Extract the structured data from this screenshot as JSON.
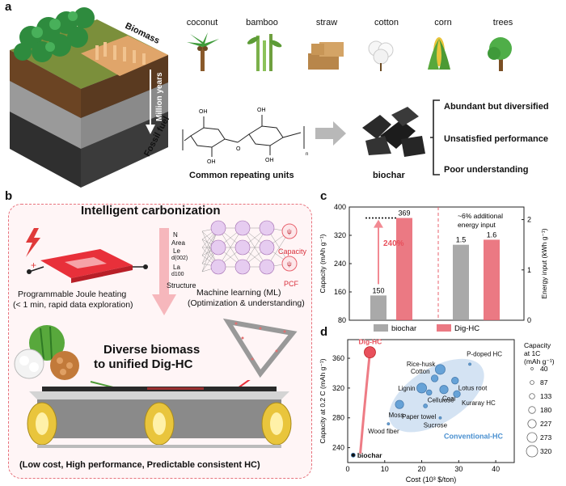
{
  "panel_a": {
    "letter": "a",
    "strata_labels": {
      "top": "Biomass",
      "middle": "Million years",
      "bottom": "Fossil fuel"
    },
    "biomass_sources": [
      "coconut",
      "bamboo",
      "straw",
      "cotton",
      "corn",
      "trees"
    ],
    "chem_caption": "Common repeating units",
    "chem_subscript": "n",
    "oh_label": "OH",
    "o_label": "O",
    "biochar_label": "biochar",
    "issues": [
      "Abundant but diversified",
      "Unsatisfied performance",
      "Poor understanding"
    ]
  },
  "panel_b": {
    "letter": "b",
    "title": "Intelligent carbonization",
    "joule_caption_1": "Programmable Joule heating",
    "joule_caption_2": "(< 1 min, rapid data exploration)",
    "ml_caption_1": "Machine learning (ML)",
    "ml_caption_2": "(Optimization & understanding)",
    "ml_inputs": [
      "N",
      "Area",
      "Le",
      "d(002)",
      "La",
      "d100"
    ],
    "structure_label": "Structure",
    "ml_outputs": [
      "Capacity",
      "PCF"
    ],
    "diverse_1": "Diverse biomass",
    "diverse_2": "to unified Dig-HC",
    "footer": "(Low cost, High performance, Predictable consistent HC)"
  },
  "panel_c": {
    "letter": "c",
    "chart_data": {
      "type": "bar",
      "ylabel": "Capacity (mAh g⁻¹)",
      "ylabel2": "Energy input (kWh g⁻¹)",
      "ylim": [
        80,
        400
      ],
      "y_ticks": [
        80,
        160,
        240,
        320,
        400
      ],
      "ylim2": [
        0,
        2.25
      ],
      "y2_ticks": [
        0,
        1,
        2
      ],
      "series": [
        {
          "name": "biochar",
          "color": "#9a9a9a",
          "capacity": 150,
          "energy_input": 1.5
        },
        {
          "name": "Dig-HC",
          "color": "#e8626d",
          "capacity": 369,
          "energy_input": 1.6
        }
      ],
      "capacity_labels": [
        "150",
        "369"
      ],
      "energy_labels": [
        "1.5",
        "1.6"
      ],
      "annotation_increase": "240%",
      "annotation_energy": "~6% additional energy input"
    }
  },
  "panel_d": {
    "letter": "d",
    "chart_data": {
      "type": "scatter",
      "xlabel": "Cost (10³ $/ton)",
      "ylabel": "Capacity at 0.2 C (mAh g⁻¹)",
      "xlim": [
        0,
        45
      ],
      "ylim": [
        220,
        385
      ],
      "x_ticks": [
        0,
        10,
        20,
        30,
        40
      ],
      "y_ticks": [
        240,
        280,
        320,
        360
      ],
      "points": [
        {
          "label": "Dig-HC",
          "x": 6,
          "y": 368,
          "cap1c": 320,
          "color": "#e8505c"
        },
        {
          "label": "biochar",
          "x": 1.5,
          "y": 230,
          "cap1c": 40,
          "color": "#111111"
        },
        {
          "label": "P-doped HC",
          "x": 33,
          "y": 352,
          "cap1c": 40,
          "color": "#5b9bd5"
        },
        {
          "label": "Rice-husk",
          "x": 25,
          "y": 345,
          "cap1c": 273,
          "color": "#5b9bd5"
        },
        {
          "label": "Cotton",
          "x": 23.5,
          "y": 333,
          "cap1c": 180,
          "color": "#5b9bd5"
        },
        {
          "label": "Lotus root",
          "x": 29,
          "y": 330,
          "cap1c": 180,
          "color": "#5b9bd5"
        },
        {
          "label": "Lignin",
          "x": 20,
          "y": 320,
          "cap1c": 273,
          "color": "#5b9bd5"
        },
        {
          "label": "Coal",
          "x": 26,
          "y": 318,
          "cap1c": 227,
          "color": "#5b9bd5"
        },
        {
          "label": "Cellulose",
          "x": 22,
          "y": 314,
          "cap1c": 133,
          "color": "#5b9bd5"
        },
        {
          "label": "Kuraray HC",
          "x": 29.5,
          "y": 312,
          "cap1c": 180,
          "color": "#5b9bd5"
        },
        {
          "label": "Moss",
          "x": 14,
          "y": 298,
          "cap1c": 227,
          "color": "#5b9bd5"
        },
        {
          "label": "Paper towel",
          "x": 21,
          "y": 296,
          "cap1c": 87,
          "color": "#5b9bd5"
        },
        {
          "label": "Sucrose",
          "x": 25,
          "y": 280,
          "cap1c": 40,
          "color": "#5b9bd5"
        },
        {
          "label": "Wood fiber",
          "x": 11,
          "y": 272,
          "cap1c": 40,
          "color": "#5b9bd5"
        }
      ],
      "region_label": "Conventional-HC",
      "size_legend_title": [
        "Capacity",
        "at 1C",
        "(mAh g⁻¹)"
      ],
      "size_legend_values": [
        40,
        87,
        133,
        180,
        227,
        273,
        320
      ],
      "size_legend_labels": [
        "40",
        "87",
        "133",
        "180",
        "227",
        "273",
        "320"
      ]
    }
  }
}
